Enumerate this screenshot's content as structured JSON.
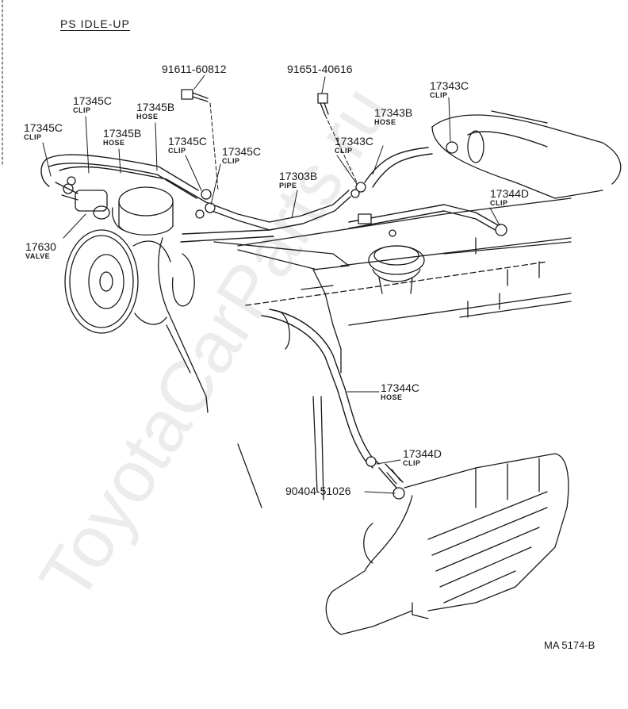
{
  "title": "PS IDLE-UP",
  "footer_code": "MA 5174-B",
  "watermark": "ToyotaCarParts.ru",
  "callouts": [
    {
      "number": "91611-60812",
      "desc": ""
    },
    {
      "number": "91651-40616",
      "desc": ""
    },
    {
      "number": "17343C",
      "desc": "CLIP"
    },
    {
      "number": "17345C",
      "desc": "CLIP"
    },
    {
      "number": "17345B",
      "desc": "HOSE"
    },
    {
      "number": "17343B",
      "desc": "HOSE"
    },
    {
      "number": "17345C",
      "desc": "CLIP"
    },
    {
      "number": "17345B",
      "desc": "HOSE"
    },
    {
      "number": "17345C",
      "desc": "CLIP"
    },
    {
      "number": "17343C",
      "desc": "CLIP"
    },
    {
      "number": "17345C",
      "desc": "CLIP"
    },
    {
      "number": "17303B",
      "desc": "PIPE"
    },
    {
      "number": "17344D",
      "desc": "CLIP"
    },
    {
      "number": "17630",
      "desc": "VALVE"
    },
    {
      "number": "17344C",
      "desc": "HOSE"
    },
    {
      "number": "17344D",
      "desc": "CLIP"
    },
    {
      "number": "90404-51026",
      "desc": ""
    }
  ]
}
